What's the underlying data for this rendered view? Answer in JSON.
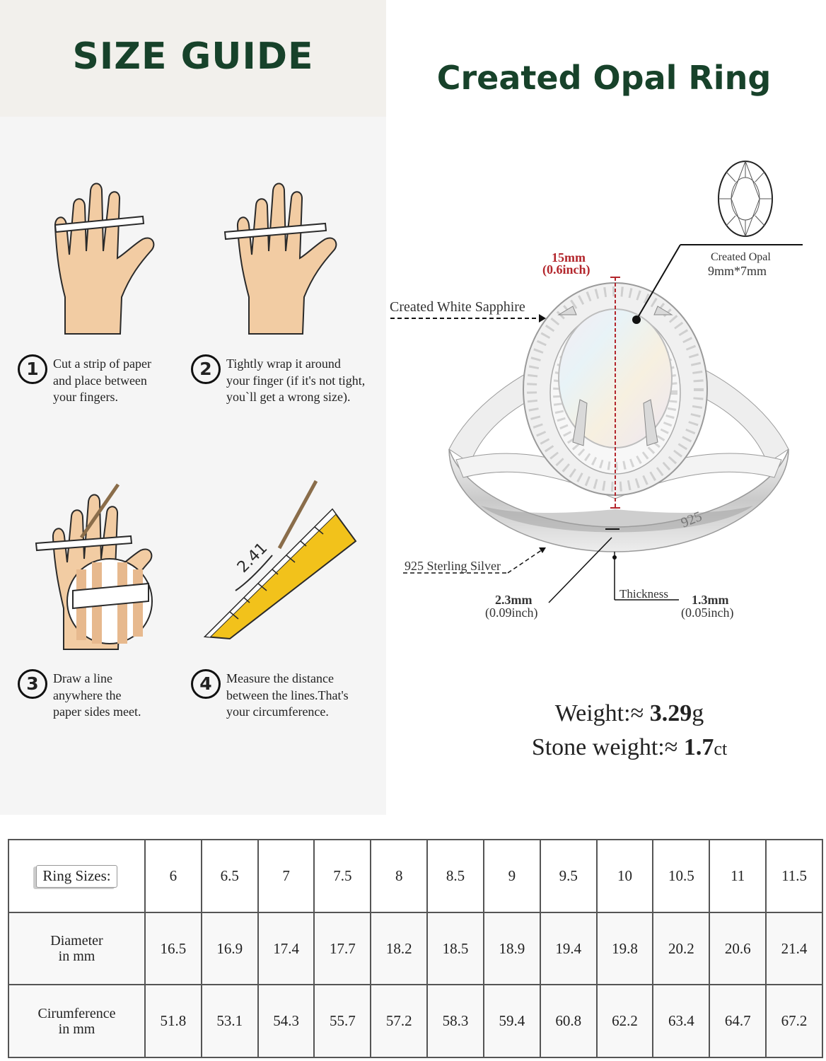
{
  "left": {
    "title": "SIZE GUIDE",
    "steps": [
      {
        "num": "1",
        "text": "Cut a strip of paper\nand place between\nyour fingers."
      },
      {
        "num": "2",
        "text": "Tightly wrap it around\nyour finger (if it's not tight,\nyou`ll get a wrong size)."
      },
      {
        "num": "3",
        "text": "Draw a line\nanywhere the\npaper sides meet."
      },
      {
        "num": "4",
        "text": "Measure the distance\nbetween the lines.That's\nyour circumference."
      }
    ],
    "ruler_mark": "2.41"
  },
  "right": {
    "title": "Created Opal Ring",
    "width_mm": "15mm",
    "width_inch": "(0.6inch)",
    "opal_label": "Created Opal",
    "opal_size": "9mm*7mm",
    "sapphire_label": "Created White Sapphire",
    "silver_label": "925 Sterling Silver",
    "band_mm": "2.3mm",
    "band_inch": "(0.09inch)",
    "thickness_label": "Thickness",
    "thickness_mm": "1.3mm",
    "thickness_inch": "(0.05inch)",
    "stamp": "925",
    "weight_label": "Weight:≈ ",
    "weight_value": "3.29",
    "weight_unit": "g",
    "stone_label": "Stone weight:≈ ",
    "stone_value": "1.7",
    "stone_unit": "ct"
  },
  "table": {
    "headers": [
      "Ring Sizes:",
      "Diameter\nin mm",
      "Cirumference\nin mm"
    ],
    "sizes": [
      "6",
      "6.5",
      "7",
      "7.5",
      "8",
      "8.5",
      "9",
      "9.5",
      "10",
      "10.5",
      "11",
      "11.5"
    ],
    "diameter": [
      "16.5",
      "16.9",
      "17.4",
      "17.7",
      "18.2",
      "18.5",
      "18.9",
      "19.4",
      "19.8",
      "20.2",
      "20.6",
      "21.4"
    ],
    "circumference": [
      "51.8",
      "53.1",
      "54.3",
      "55.7",
      "57.2",
      "58.3",
      "59.4",
      "60.8",
      "62.2",
      "63.4",
      "64.7",
      "67.2"
    ]
  },
  "colors": {
    "title_green": "#17422a",
    "skin": "#f2cca3",
    "ruler": "#f2c21b",
    "width_red": "#b3262c"
  }
}
